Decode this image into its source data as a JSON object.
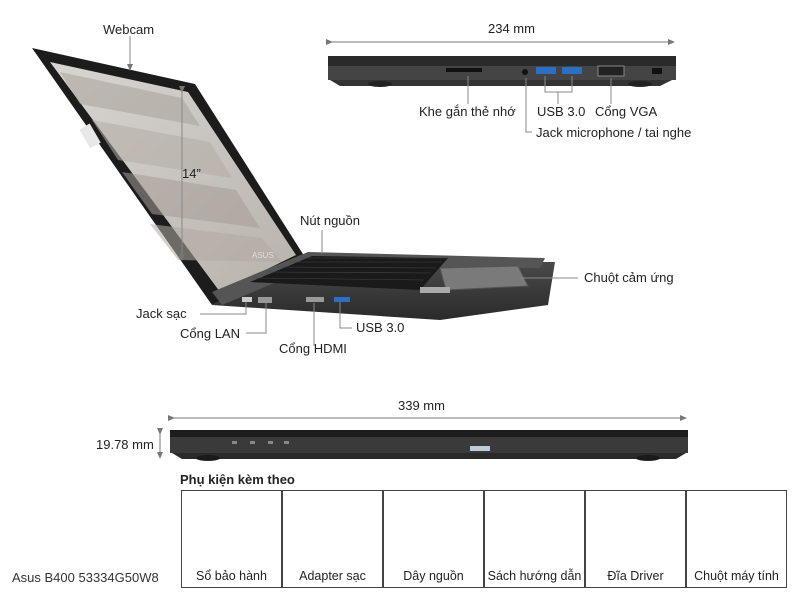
{
  "labels": {
    "webcam": "Webcam",
    "screen_size": "14”",
    "power_button": "Nút nguồn",
    "touchpad": "Chuột cảm ứng",
    "charging_jack": "Jack sạc",
    "lan_port": "Cổng LAN",
    "hdmi_port": "Cổng HDMI",
    "usb_left": "USB 3.0",
    "card_slot": "Khe gắn thẻ nhớ",
    "usb_right": "USB 3.0",
    "vga_port": "Cổng VGA",
    "audio_jack": "Jack microphone / tai nghe"
  },
  "dimensions": {
    "depth": "234 mm",
    "width": "339 mm",
    "thickness": "19.78 mm"
  },
  "accessories": {
    "title": "Phụ kiện kèm theo",
    "items": [
      {
        "label": "Sổ bảo hành"
      },
      {
        "label": "Adapter sạc"
      },
      {
        "label": "Dây nguồn"
      },
      {
        "label": "Sách hướng dẫn"
      },
      {
        "label": "Đĩa Driver"
      },
      {
        "label": "Chuột máy tính"
      }
    ]
  },
  "model": "Asus B400 53334G50W8"
}
